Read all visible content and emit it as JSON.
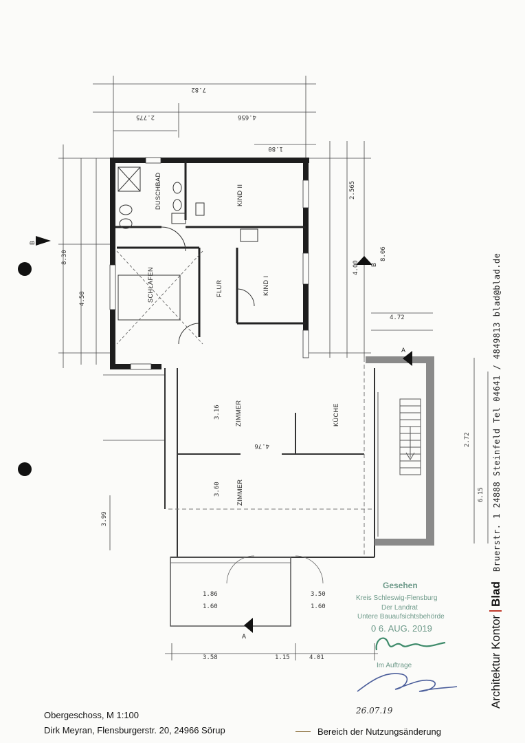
{
  "rooms": {
    "duschbad": "DUSCHBAD",
    "kind2": "KIND II",
    "kind1": "KIND I",
    "schlafen": "SCHLAFEN",
    "flur": "FLUR",
    "zimmer": "ZIMMER",
    "kueche": "KÜCHE"
  },
  "dimensions": {
    "top_total": "7.82",
    "top_left": "2.775",
    "top_right": "4.656",
    "left_total": "8.30",
    "left_lower": "4.50",
    "right_upper": "2.565",
    "right_total": "8.06",
    "right_mid": "4.00",
    "stair_width": "4.72",
    "stair_total": "6.15",
    "stair_mid": "2.72",
    "bottom_left": "3.58",
    "bottom_right": "4.01",
    "bottom_mid": "1.15",
    "balcony_left_top": "1.86",
    "balcony_left_bottom": "1.60",
    "balcony_right_top": "3.50",
    "balcony_right_bottom": "1.60",
    "zimmer1_height": "3.16",
    "zimmer2_height": "3.60",
    "lower_left_total": "3.99",
    "window_1": "1.80",
    "width_kueche": "4.76"
  },
  "section_markers": {
    "a": "A",
    "b": "B"
  },
  "stamp": {
    "title": "Gesehen",
    "line1": "Kreis Schleswig-Flensburg",
    "line2": "Der Landrat",
    "line3": "Untere Bauaufsichtsbehörde",
    "date": "0 6. AUG. 2019",
    "line4": "Im Auftrage"
  },
  "handwriting": {
    "date": "26.07.19"
  },
  "sidebar": {
    "brand": "Architektur Kontor",
    "blad": "Blad",
    "address": "Bruerstr. 1  24888 Steinfeld  Tel 04641 / 4849813  blad@blad.de"
  },
  "caption": {
    "line1": "Obergeschoss, M 1:100",
    "line2": "Dirk Meyran, Flensburgerstr. 20, 24966 Sörup"
  },
  "legend": {
    "label": "Bereich der Nutzungsänderung"
  }
}
